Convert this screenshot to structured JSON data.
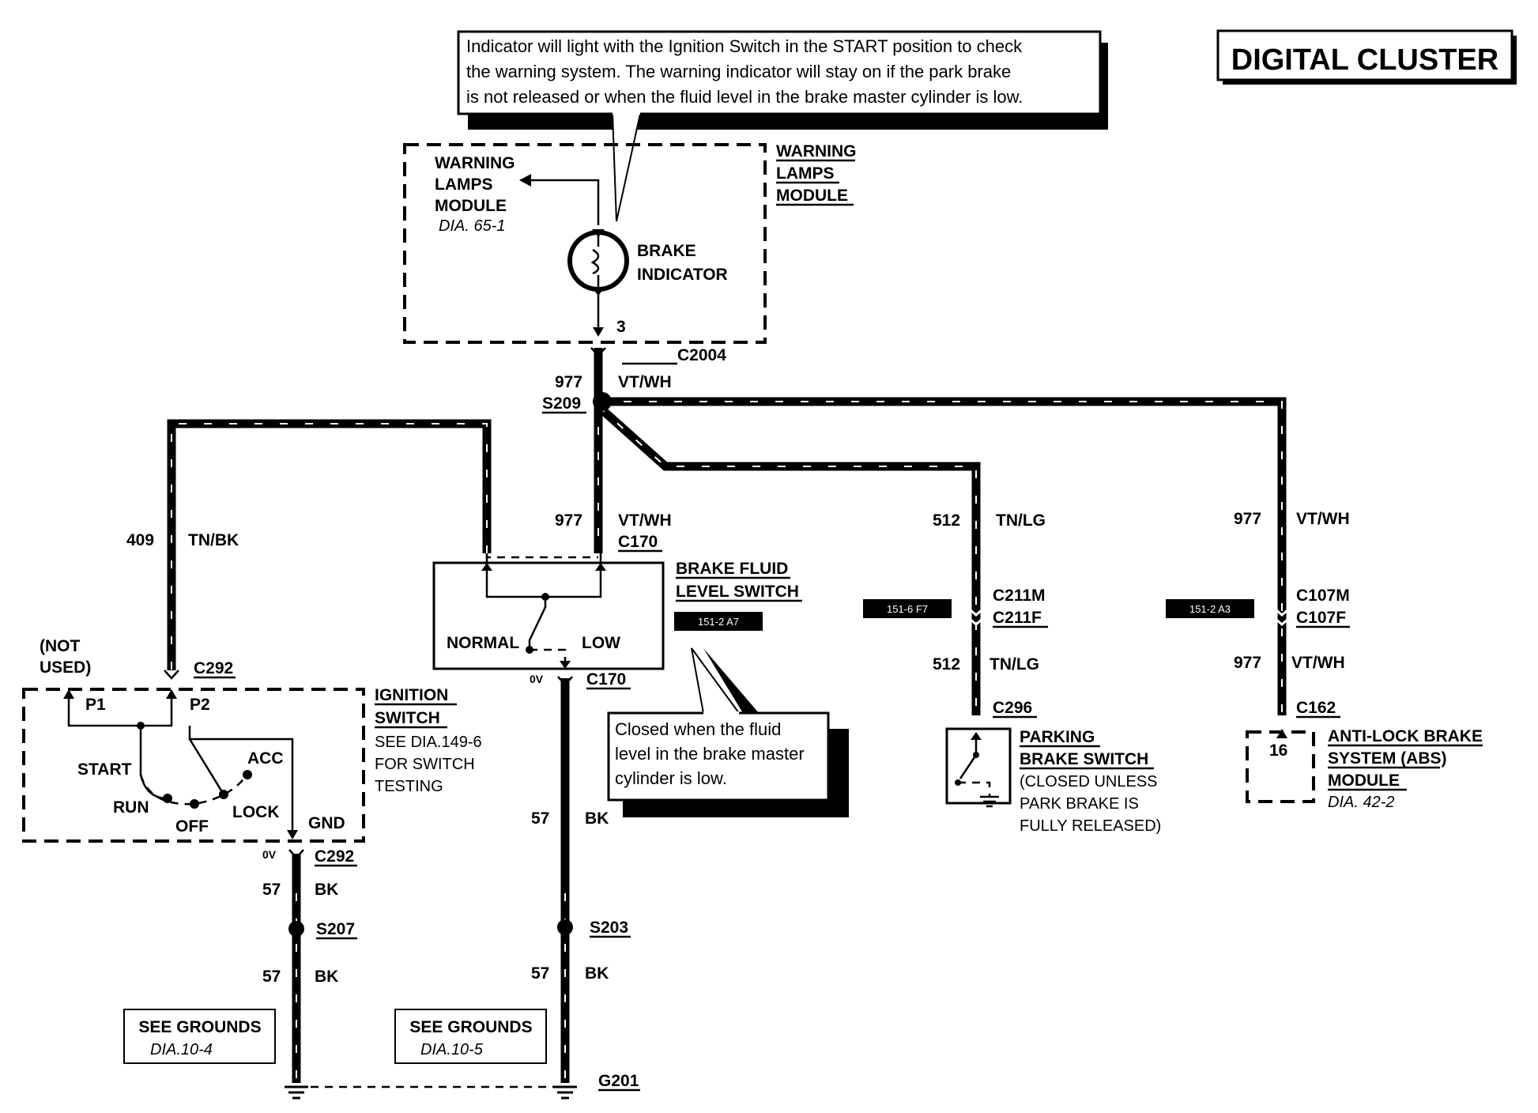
{
  "title": "DIGITAL CLUSTER",
  "callout_top": {
    "lines": [
      "Indicator will light with the Ignition Switch in the START position to check",
      "the warning system. The warning indicator will stay on if the park brake",
      "is not released or when the fluid level in the brake master cylinder is low."
    ]
  },
  "callout_fluid": {
    "lines": [
      "Closed when the fluid",
      "level in the brake master",
      "cylinder is low."
    ]
  },
  "warning_module": {
    "title_lines": [
      "WARNING",
      "LAMPS",
      "MODULE"
    ],
    "inner_lines": [
      "WARNING",
      "LAMPS",
      "MODULE"
    ],
    "inner_ref": "DIA. 65-1",
    "indicator_lines": [
      "BRAKE",
      "INDICATOR"
    ],
    "pin": "3"
  },
  "connectors": {
    "c2004": "C2004",
    "s209": "S209",
    "c170_top": "C170",
    "c170_bottom": "C170",
    "c292_top": "C292",
    "c292_bottom": "C292",
    "c211m": "C211M",
    "c211f": "C211F",
    "c296": "C296",
    "c107m": "C107M",
    "c107f": "C107F",
    "c162": "C162",
    "s207": "S207",
    "s203": "S203",
    "g201": "G201"
  },
  "wires": {
    "w977": "977",
    "vtwh": "VT/WH",
    "w409": "409",
    "tnbk": "TN/BK",
    "w512": "512",
    "tnlg": "TN/LG",
    "w57": "57",
    "bk": "BK",
    "zero_v": "0V"
  },
  "fluid_switch": {
    "title_lines": [
      "BRAKE FLUID",
      "LEVEL SWITCH"
    ],
    "ref_tag": "151-2 A7",
    "normal": "NORMAL",
    "low": "LOW"
  },
  "ignition_switch": {
    "not_used_lines": [
      "(NOT",
      "USED)"
    ],
    "p1": "P1",
    "p2": "P2",
    "start": "START",
    "acc": "ACC",
    "run": "RUN",
    "off": "OFF",
    "lock": "LOCK",
    "gnd": "GND",
    "title_lines": [
      "IGNITION",
      "SWITCH"
    ],
    "see_lines": [
      "SEE DIA.149-6",
      "FOR SWITCH",
      "TESTING"
    ]
  },
  "parking_switch": {
    "ref_tag": "151-6 F7",
    "title_lines": [
      "PARKING",
      "BRAKE SWITCH"
    ],
    "note_lines": [
      "(CLOSED UNLESS",
      "PARK BRAKE IS",
      "FULLY RELEASED)"
    ]
  },
  "abs_module": {
    "ref_tag": "151-2 A3",
    "pin": "16",
    "title_lines": [
      "ANTI-LOCK BRAKE",
      "SYSTEM (ABS)",
      "MODULE"
    ],
    "ref": "DIA. 42-2"
  },
  "grounds": {
    "left": {
      "title": "SEE GROUNDS",
      "ref": "DIA.10-4"
    },
    "right": {
      "title": "SEE GROUNDS",
      "ref": "DIA.10-5"
    }
  }
}
